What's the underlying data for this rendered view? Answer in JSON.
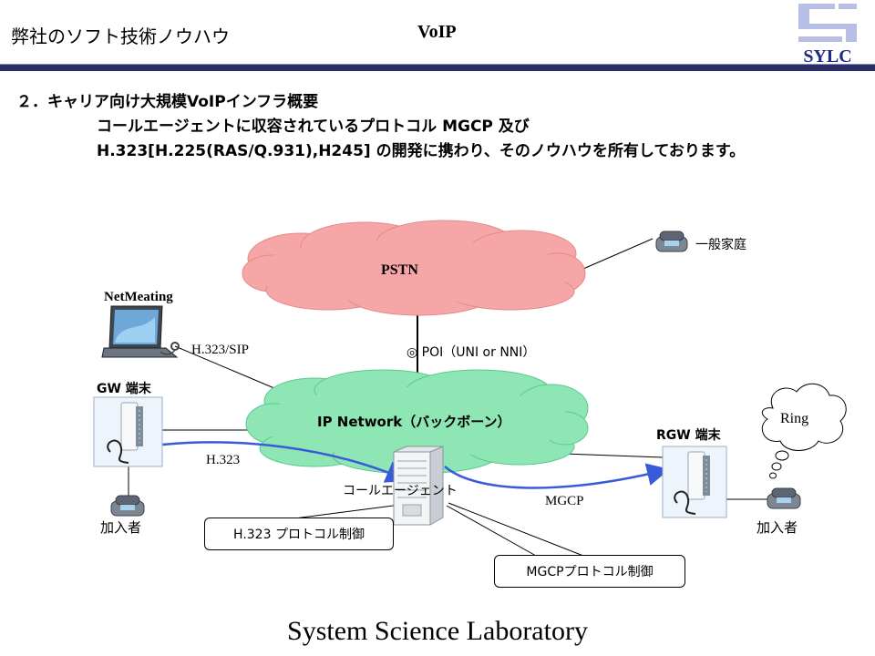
{
  "header": {
    "company_label": "弊社のソフト技術ノウハウ",
    "topic": "VoIP",
    "logo_text": "SYLC"
  },
  "intro": {
    "heading": "２．キャリア向け大規模VoIPインフラ概要",
    "line1": "コールエージェントに収容されているプロトコル MGCP 及び",
    "line2": "H.323[H.225(RAS/Q.931),H245] の開発に携わり、そのノウハウを所有しております。"
  },
  "diagram": {
    "pstn_label": "PSTN",
    "ip_network_label": "IP Network（バックボーン）",
    "poi_label": "◎ POI（UNI or NNI）",
    "home_label": "一般家庭",
    "netmeeting_label": "NetMeating",
    "h323sip_label": "H.323/SIP",
    "gw_label": "GW 端末",
    "rgw_label": "RGW 端末",
    "h323_label": "H.323",
    "mgcp_label": "MGCP",
    "call_agent_label": "コールエージェント",
    "subscriber_left_label": "加入者",
    "subscriber_right_label": "加入者",
    "ring_label": "Ring",
    "callout_h323": "H.323 プロトコル制御",
    "callout_mgcp": "MGCPプロトコル制御",
    "colors": {
      "pstn_cloud": "#f6a6a6",
      "ip_cloud": "#8ee6b4",
      "flow_arrow": "#3a5bd9",
      "header_rule": "#2a2d66"
    }
  },
  "footer": {
    "text": "System Science Laboratory"
  }
}
